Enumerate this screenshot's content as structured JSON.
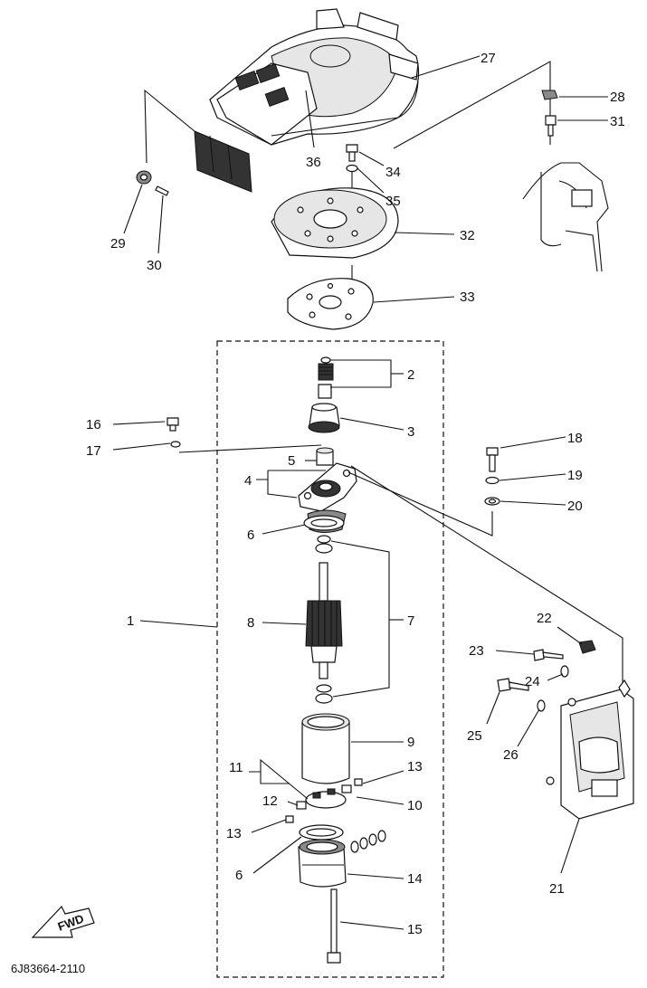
{
  "callouts": {
    "n1": "1",
    "n2": "2",
    "n3": "3",
    "n4": "4",
    "n5": "5",
    "n6a": "6",
    "n6b": "6",
    "n7": "7",
    "n8": "8",
    "n9": "9",
    "n10": "10",
    "n11": "11",
    "n12": "12",
    "n13a": "13",
    "n13b": "13",
    "n14": "14",
    "n15": "15",
    "n16": "16",
    "n17": "17",
    "n18": "18",
    "n19": "19",
    "n20": "20",
    "n21": "21",
    "n22": "22",
    "n23": "23",
    "n24": "24",
    "n25": "25",
    "n26": "26",
    "n27": "27",
    "n28": "28",
    "n29": "29",
    "n30": "30",
    "n31": "31",
    "n32": "32",
    "n33": "33",
    "n34": "34",
    "n35": "35",
    "n36": "36"
  },
  "fwd_label": "FWD",
  "diagram_code": "6J83664-2110"
}
